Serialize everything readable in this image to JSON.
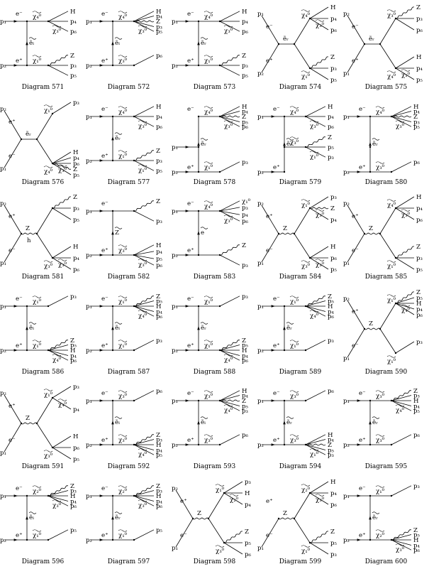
{
  "page": {
    "diagrams": [
      {
        "caption": "Diagram 571",
        "kind": "ladder",
        "rows": [
          {
            "l": "p₁",
            "r": [
              "H",
              "p₄",
              "p₆"
            ],
            "s": "χ₄⁰",
            "s2": "χ₃⁰"
          },
          {
            "l": "p₂",
            "r": [
              "Z",
              "p₃",
              "p₅"
            ],
            "s": "χ₁⁰",
            "s2": ""
          }
        ],
        "prop": "ẽₗ",
        "ends": [
          "e⁻",
          "e⁺"
        ]
      },
      {
        "caption": "Diagram 572",
        "kind": "ladder",
        "rows": [
          {
            "l": "p₁",
            "r": [
              "H",
              "p₄",
              "Z",
              "p₃",
              "p₅"
            ],
            "s": "χ₄⁰",
            "s2": "χ₃⁰"
          },
          {
            "l": "p₂",
            "r": [
              "p₆"
            ],
            "s": "χ₃⁰",
            "s2": ""
          }
        ],
        "prop": "ẽₗ",
        "ends": [
          "e⁻",
          "e⁺"
        ]
      },
      {
        "caption": "Diagram 573",
        "kind": "ladder",
        "rows": [
          {
            "l": "p₁",
            "r": [
              "H",
              "p₄",
              "p₆"
            ],
            "s": "χ₄⁰",
            "s2": "χ₃⁰"
          },
          {
            "l": "p₂",
            "r": [
              "Z",
              "p₃",
              "p₅"
            ],
            "s": "χ₁⁰",
            "s2": ""
          }
        ],
        "prop": "ẽᵣ",
        "ends": [
          "e⁻",
          "e⁺"
        ]
      },
      {
        "caption": "Diagram 574",
        "kind": "vee",
        "rows": [
          {
            "l": "p₁",
            "r": [
              "H",
              "p₄",
              "p₆"
            ],
            "s": "χ₄⁰",
            "s2": "χ₃⁰"
          },
          {
            "l": "p₂",
            "r": [
              "Z",
              "p₃",
              "p₅"
            ],
            "s": "χ₁⁰",
            "s2": ""
          }
        ],
        "prop": "ẽᵣ",
        "ends": [
          "e⁻",
          "e⁺"
        ]
      },
      {
        "caption": "Diagram 575",
        "kind": "vee",
        "rows": [
          {
            "l": "p₂",
            "r": [
              "Z",
              "p₃",
              "p₆"
            ],
            "s": "χ₃⁰",
            "s2": ""
          },
          {
            "l": "p₁",
            "r": [
              "H",
              "p₄",
              "p₅"
            ],
            "s": "χ₄⁰",
            "s2": "χ₁⁰"
          }
        ],
        "prop": "ẽᵣ",
        "ends": [
          "e⁻",
          "e⁺"
        ]
      },
      {
        "caption": "Diagram 576",
        "kind": "vee",
        "rows": [
          {
            "l": "p₂",
            "r": [
              "p₃"
            ],
            "s": "χ₁⁰",
            "s2": ""
          },
          {
            "l": "p₁",
            "r": [
              "H",
              "p₄",
              "p₆",
              "Z",
              "p₅"
            ],
            "s": "χ₄⁰",
            "s2": "χ₃⁰"
          }
        ],
        "prop": "ẽᵣ",
        "ends": [
          "e⁺",
          "e⁻"
        ]
      },
      {
        "caption": "Diagram 577",
        "kind": "ladder",
        "rows": [
          {
            "l": "p₁",
            "r": [
              "H",
              "p₄",
              "p₆"
            ],
            "s": "χ₄⁰",
            "s2": "χ₃⁰"
          },
          {
            "l": "p₂",
            "r": [
              "Z",
              "p₃",
              "p₅"
            ],
            "s": "χ₁⁰",
            "s2": "χ₁⁰"
          }
        ],
        "prop": "ẽᵣ",
        "ends": [
          "e⁻",
          "e⁺"
        ]
      },
      {
        "caption": "Diagram 578",
        "kind": "ladder3",
        "rows": [
          {
            "l": "",
            "r": [
              "H",
              "p₄",
              "Z",
              "p₅",
              "p₆"
            ],
            "s": "χ₄⁰",
            "s2": "χ₃⁰"
          },
          {
            "l": "p₁",
            "r": [],
            "s": "",
            "s2": ""
          },
          {
            "l": "p₂",
            "r": [
              "p₃"
            ],
            "s": "χ₁⁰",
            "s2": ""
          }
        ],
        "prop": "ẽᵣ",
        "ends": [
          "e⁻",
          "e⁺"
        ]
      },
      {
        "caption": "Diagram 579",
        "kind": "ladder3",
        "rows": [
          {
            "l": "p₁",
            "r": [
              "H",
              "p₄",
              "p₆"
            ],
            "s": "χ₄⁰",
            "s2": "χ₃⁰"
          },
          {
            "l": "",
            "r": [
              "Z",
              "p₅",
              "p₃"
            ],
            "s": "χ₃⁰",
            "s2": "χ₁⁰"
          },
          {
            "l": "p₂",
            "r": [],
            "s": "",
            "s2": ""
          }
        ],
        "prop": "ẽᵣ",
        "ends": [
          "e⁻",
          "e⁺"
        ]
      },
      {
        "caption": "Diagram 580",
        "kind": "ladder3",
        "rows": [
          {
            "l": "p₁",
            "r": [
              "H",
              "p₄",
              "Z",
              "p₃",
              "p₅"
            ],
            "s": "χ₄⁰",
            "s2": "χ₃⁰"
          },
          {
            "l": "",
            "r": [],
            "s": "",
            "s2": ""
          },
          {
            "l": "p₂",
            "r": [
              "p₆"
            ],
            "s": "χ₃⁰",
            "s2": ""
          }
        ],
        "prop": "ẽᵣ",
        "ends": [
          "e⁻",
          "e⁺"
        ]
      },
      {
        "caption": "Diagram 581",
        "kind": "vee",
        "rows": [
          {
            "l": "p₂",
            "r": [
              "Z",
              "p₃",
              "p₅"
            ],
            "s": "",
            "s2": ""
          },
          {
            "l": "p₁",
            "r": [
              "H",
              "p₄",
              "p₆"
            ],
            "s": "χ₃⁰",
            "s2": "χ₃⁰"
          }
        ],
        "prop": "Z",
        "ends": [
          "e⁺",
          "e⁻"
        ],
        "extra": "h"
      },
      {
        "caption": "Diagram 582",
        "kind": "ladder",
        "rows": [
          {
            "l": "p₁",
            "r": [
              "Z",
              "p₃"
            ],
            "s": "",
            "s2": ""
          },
          {
            "l": "p₂",
            "r": [
              "H",
              "p₄",
              "p₅",
              "p₆"
            ],
            "s": "χ₃⁰",
            "s2": "χ₃⁰"
          }
        ],
        "prop": "Z",
        "ends": [
          "e⁻",
          "e⁺"
        ]
      },
      {
        "caption": "Diagram 583",
        "kind": "ladder",
        "rows": [
          {
            "l": "p₁",
            "r": [
              "χ₁⁰",
              "p₃",
              "p₄",
              "p₆"
            ],
            "s": "χ₄⁰",
            "s2": "χ₃⁰"
          },
          {
            "l": "p₂",
            "r": [
              "Z",
              "p₃"
            ],
            "s": "",
            "s2": ""
          }
        ],
        "prop": "e",
        "ends": [
          "e⁻",
          "e⁺"
        ]
      },
      {
        "caption": "Diagram 584",
        "kind": "vee",
        "rows": [
          {
            "l": "p₂",
            "r": [
              "p₃",
              "Z",
              "p₄"
            ],
            "s": "χ₁⁰",
            "s2": "χ₃⁰"
          },
          {
            "l": "p₁",
            "r": [
              "H",
              "p₆",
              "p₅"
            ],
            "s": "χ₃⁰",
            "s2": "χ₃⁰"
          }
        ],
        "prop": "Z",
        "ends": [
          "e⁺",
          "e⁻"
        ]
      },
      {
        "caption": "Diagram 585",
        "kind": "vee",
        "rows": [
          {
            "l": "p₂",
            "r": [
              "H",
              "p₄",
              "p₆"
            ],
            "s": "χ₄⁰",
            "s2": "χ₃⁰"
          },
          {
            "l": "p₁",
            "r": [
              "Z",
              "p₃",
              "p₅"
            ],
            "s": "χ₁⁰",
            "s2": ""
          }
        ],
        "prop": "Z",
        "ends": [
          "e⁺",
          "e⁻"
        ]
      },
      {
        "caption": "Diagram 586",
        "kind": "ladder",
        "rows": [
          {
            "l": "p₁",
            "r": [
              "p₃"
            ],
            "s": "χ₁⁰",
            "s2": ""
          },
          {
            "l": "p₂",
            "r": [
              "Z",
              "p₅",
              "H",
              "p₄",
              "p₆"
            ],
            "s": "χ₁⁰",
            "s2": "χ₄⁰"
          }
        ],
        "prop": "ẽₗ",
        "ends": [
          "e⁻",
          "e⁺"
        ]
      },
      {
        "caption": "Diagram 587",
        "kind": "ladder",
        "rows": [
          {
            "l": "p₁",
            "r": [
              "Z",
              "p₅",
              "H",
              "p₄",
              "p₆"
            ],
            "s": "χ₁⁰",
            "s2": "χ₄⁰"
          },
          {
            "l": "p₂",
            "r": [
              "p₃"
            ],
            "s": "χ₁⁰",
            "s2": ""
          }
        ],
        "prop": "ẽₗ",
        "ends": [
          "e⁻",
          "e⁺"
        ]
      },
      {
        "caption": "Diagram 588",
        "kind": "ladder",
        "rows": [
          {
            "l": "p₁",
            "r": [
              "p₃"
            ],
            "s": "χ₁⁰",
            "s2": ""
          },
          {
            "l": "p₂",
            "r": [
              "Z",
              "p₅",
              "H",
              "p₄",
              "p₆"
            ],
            "s": "χ₁⁰",
            "s2": "χ₄⁰"
          }
        ],
        "prop": "ẽᵣ",
        "ends": [
          "e⁻",
          "e⁺"
        ]
      },
      {
        "caption": "Diagram 589",
        "kind": "ladder",
        "rows": [
          {
            "l": "p₁",
            "r": [
              "Z",
              "p₅",
              "H",
              "p₄",
              "p₆"
            ],
            "s": "χ₁⁰",
            "s2": "χ₄⁰"
          },
          {
            "l": "p₂",
            "r": [
              "p₃"
            ],
            "s": "χ₁⁰",
            "s2": ""
          }
        ],
        "prop": "ẽᵣ",
        "ends": [
          "e⁻",
          "e⁺"
        ]
      },
      {
        "caption": "Diagram 590",
        "kind": "vee",
        "rows": [
          {
            "l": "p₂",
            "r": [
              "Z",
              "p₅",
              "H",
              "p₄",
              "p₆"
            ],
            "s": "χ₁⁰",
            "s2": "χ₄⁰"
          },
          {
            "l": "p₁",
            "r": [
              "p₃"
            ],
            "s": "χ₁⁰",
            "s2": ""
          }
        ],
        "prop": "Z",
        "ends": [
          "e⁺",
          "e⁻"
        ]
      },
      {
        "caption": "Diagram 591",
        "kind": "vee",
        "rows": [
          {
            "l": "p₂",
            "r": [
              "p₃",
              "p₄"
            ],
            "s": "χ₁⁰",
            "s2": "χ₄⁰"
          },
          {
            "l": "p₁",
            "r": [
              "H",
              "p₆",
              "p₅"
            ],
            "s": "χ₃⁰",
            "s2": ""
          }
        ],
        "prop": "Z",
        "ends": [
          "e⁺",
          "e⁻"
        ]
      },
      {
        "caption": "Diagram 592",
        "kind": "ladder",
        "rows": [
          {
            "l": "p₁",
            "r": [
              "p₆"
            ],
            "s": "χ₃⁰",
            "s2": ""
          },
          {
            "l": "p₂",
            "r": [
              "Z",
              "p₃",
              "H",
              "p₄",
              "p₅"
            ],
            "s": "χ₃⁰",
            "s2": "χ₄⁰"
          }
        ],
        "prop": "ẽₗ",
        "ends": [
          "e⁻",
          "e⁺"
        ]
      },
      {
        "caption": "Diagram 593",
        "kind": "ladder",
        "rows": [
          {
            "l": "p₁",
            "r": [
              "H",
              "p₄",
              "Z",
              "p₅",
              "p₃"
            ],
            "s": "χ₃⁰",
            "s2": "χ₄⁰"
          },
          {
            "l": "p₂",
            "r": [
              "p₆"
            ],
            "s": "χ₃⁰",
            "s2": ""
          }
        ],
        "prop": "ẽₗ",
        "ends": [
          "e⁻",
          "e⁺"
        ]
      },
      {
        "caption": "Diagram 594",
        "kind": "ladder",
        "rows": [
          {
            "l": "p₁",
            "r": [
              "p₆"
            ],
            "s": "χ₃⁰",
            "s2": ""
          },
          {
            "l": "p₂",
            "r": [
              "H",
              "p₄",
              "Z",
              "p₅",
              "p₃"
            ],
            "s": "χ₃⁰",
            "s2": "χ₁⁰"
          }
        ],
        "prop": "ẽᵣ",
        "ends": [
          "e⁻",
          "e⁺"
        ]
      },
      {
        "caption": "Diagram 595",
        "kind": "ladder",
        "rows": [
          {
            "l": "p₁",
            "r": [
              "Z",
              "p₃",
              "H",
              "p₄",
              "p₅"
            ],
            "s": "χ₃⁰",
            "s2": "χ₄⁰"
          },
          {
            "l": "p₂",
            "r": [
              "p₆"
            ],
            "s": "χ₃⁰",
            "s2": ""
          }
        ],
        "prop": "ẽᵣ",
        "ends": [
          "e⁻",
          "e⁺"
        ]
      },
      {
        "caption": "Diagram 596",
        "kind": "ladder",
        "rows": [
          {
            "l": "p₁",
            "r": [
              "Z",
              "p₃",
              "H",
              "p₄",
              "p₆"
            ],
            "s": "χ₂⁰",
            "s2": "χ₃⁰"
          },
          {
            "l": "p₂",
            "r": [
              "p₅"
            ],
            "s": "χ₁⁰",
            "s2": ""
          }
        ],
        "prop": "ẽₗ",
        "ends": [
          "e⁻",
          "e⁺"
        ]
      },
      {
        "caption": "Diagram 597",
        "kind": "ladder",
        "rows": [
          {
            "l": "p₁",
            "r": [
              "Z",
              "p₃",
              "H",
              "p₄",
              "p₆"
            ],
            "s": "χ₂⁰",
            "s2": "χ₃⁰"
          },
          {
            "l": "p₂",
            "r": [
              "p₅"
            ],
            "s": "χ₁⁰",
            "s2": ""
          }
        ],
        "prop": "ẽᵣ",
        "ends": [
          "e⁻",
          "e⁺"
        ]
      },
      {
        "caption": "Diagram 598",
        "kind": "vee",
        "rows": [
          {
            "l": "p₂",
            "r": [
              "p₃",
              "H",
              "p₄"
            ],
            "s": "χ₁⁰",
            "s2": "χ₂⁰"
          },
          {
            "l": "p₁",
            "r": [
              "Z",
              "p₅",
              "p₆"
            ],
            "s": "χ₃⁰",
            "s2": ""
          }
        ],
        "prop": "Z",
        "ends": [
          "e⁺",
          "e⁻"
        ]
      },
      {
        "caption": "Diagram 599",
        "kind": "vee",
        "rows": [
          {
            "l": "",
            "r": [
              "H",
              "p₄",
              "p₆"
            ],
            "s": "χ₂⁰",
            "s2": "χ₃⁰"
          },
          {
            "l": "p₁",
            "r": [
              "Z",
              "p₅",
              "p₃"
            ],
            "s": "χ₁⁰",
            "s2": ""
          }
        ],
        "prop": "Z",
        "ends": [
          "e⁺",
          "e⁻"
        ]
      },
      {
        "caption": "Diagram 600",
        "kind": "ladder",
        "rows": [
          {
            "l": "p₁",
            "r": [
              "p₃"
            ],
            "s": "χ₁⁰",
            "s2": ""
          },
          {
            "l": "p₂",
            "r": [
              "Z",
              "p₅",
              "H",
              "p₄",
              "p₆"
            ],
            "s": "χ₂⁰",
            "s2": "χ₃⁰"
          }
        ],
        "prop": "ẽᵣ",
        "ends": [
          "e⁻",
          "e⁺"
        ]
      }
    ]
  }
}
